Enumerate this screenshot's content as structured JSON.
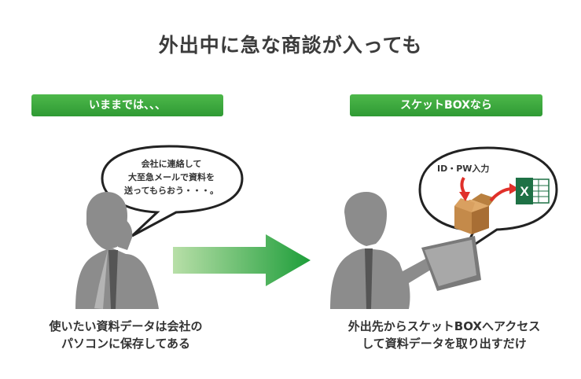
{
  "title": "外出中に急な商談が入っても",
  "left": {
    "label": "いままでは、、、",
    "bubble_lines": [
      "会社に連絡して",
      "大至急メールで資料を",
      "送ってもらおう・・・。"
    ],
    "caption_lines": [
      "使いたい資料データは会社の",
      "パソコンに保存してある"
    ]
  },
  "right": {
    "label": "スケットBOXなら",
    "bubble_tag": "ID・PW入力",
    "excel_letter": "X",
    "caption_lines": [
      "外出先からスケットBOXへアクセス",
      "して資料データを取り出すだけ"
    ]
  },
  "colors": {
    "label_green": "#3aa83c",
    "arrow_green": "#1e9e3a",
    "arrow_light": "#b8dfa8",
    "silhouette": "#8c8c8c",
    "excel_green": "#1e7145",
    "red_arrow": "#e0302a"
  }
}
